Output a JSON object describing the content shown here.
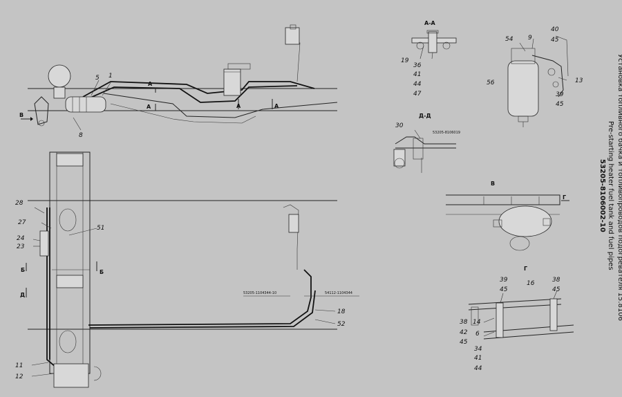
{
  "drawing": {
    "title_code": "53205-8106002-10",
    "title_ru": "Установка топливного бачка и топливопроводов подогревателя 15.8106",
    "title_en": "Pre-starting heater fuel tank and fuel pipes"
  },
  "sections": {
    "a_a": "А-А",
    "d_d": "Д-Д",
    "v": "В",
    "g_top": "Г",
    "g_view": "Г"
  },
  "section_marks": {
    "a1": "А",
    "a2": "А",
    "a3": "А",
    "a4": "А",
    "b_left": "В",
    "b1": "Б",
    "b2": "Б",
    "d1": "Д"
  },
  "part_numbers": {
    "pn1": "53205-8106019",
    "pn2": "53205-1104344-10",
    "pn3": "54112-1104344"
  },
  "callouts": {
    "c1": "1",
    "c5": "5",
    "c8": "8",
    "c19": "19",
    "c36": "36",
    "c41a": "41",
    "c44a": "44",
    "c47": "47",
    "c30": "30",
    "c54": "54",
    "c9": "9",
    "c40": "40",
    "c45a": "45",
    "c56": "56",
    "c13": "13",
    "c39a": "39",
    "c45b": "45",
    "c28": "28",
    "c27": "27",
    "c51": "51",
    "c24": "24",
    "c23": "23",
    "c18": "18",
    "c52": "52",
    "c11": "11",
    "c12": "12",
    "c39b": "39",
    "c45c": "45",
    "c16": "16",
    "c38a": "38",
    "c45d": "45",
    "c38b": "38",
    "c14": "14",
    "c42": "42",
    "c6": "6",
    "c45e": "45",
    "c34": "34",
    "c41b": "41",
    "c44b": "44"
  }
}
